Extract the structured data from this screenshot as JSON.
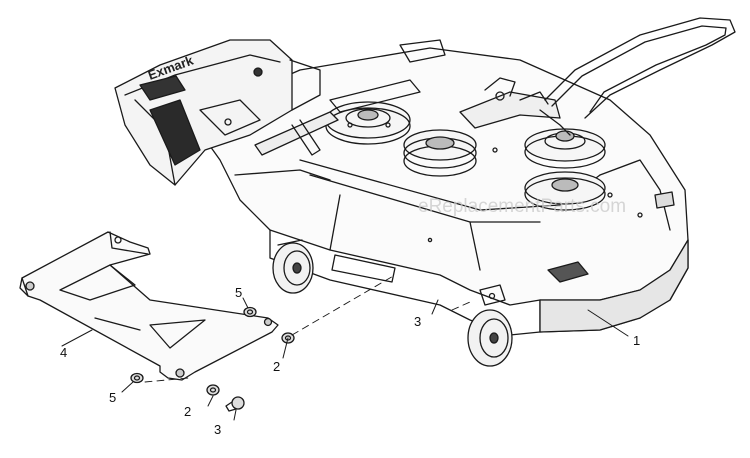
{
  "watermark": "eReplacementParts.com",
  "brand_text": "Exmark",
  "callouts": [
    {
      "id": "label-1",
      "text": "1"
    },
    {
      "id": "label-2-right",
      "text": "2"
    },
    {
      "id": "label-3-right",
      "text": "3"
    },
    {
      "id": "label-4",
      "text": "4"
    },
    {
      "id": "label-5-upper",
      "text": "5"
    },
    {
      "id": "label-5-lower",
      "text": "5"
    },
    {
      "id": "label-2-lower",
      "text": "2"
    },
    {
      "id": "label-3-lower",
      "text": "3"
    }
  ]
}
